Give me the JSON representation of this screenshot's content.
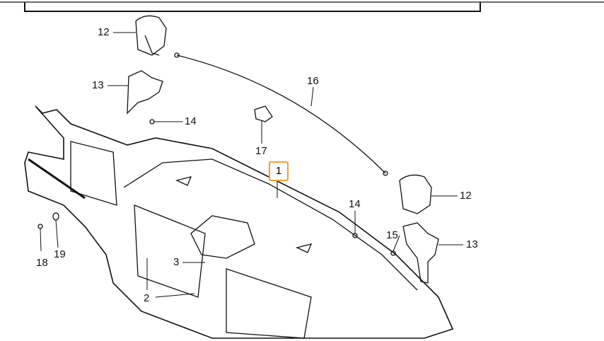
{
  "diagram": {
    "highlight_color": "#f0a030",
    "highlighted_part": "1",
    "callouts": [
      {
        "id": "c12a",
        "label": "12"
      },
      {
        "id": "c13a",
        "label": "13"
      },
      {
        "id": "c14a",
        "label": "14"
      },
      {
        "id": "c16",
        "label": "16"
      },
      {
        "id": "c17",
        "label": "17"
      },
      {
        "id": "c12b",
        "label": "12"
      },
      {
        "id": "c14b",
        "label": "14"
      },
      {
        "id": "c15",
        "label": "15"
      },
      {
        "id": "c13b",
        "label": "13"
      },
      {
        "id": "c18",
        "label": "18"
      },
      {
        "id": "c19",
        "label": "19"
      },
      {
        "id": "c3",
        "label": "3"
      },
      {
        "id": "c2",
        "label": "2"
      }
    ]
  }
}
